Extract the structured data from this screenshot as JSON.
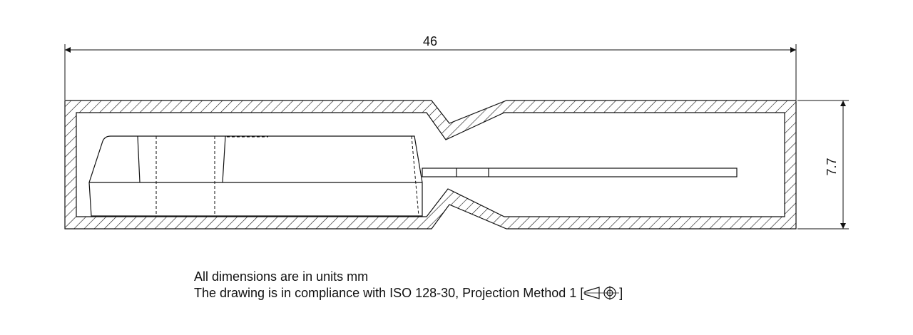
{
  "dimensions": {
    "length": "46",
    "height": "7.7"
  },
  "notes": {
    "units_line": "All dimensions are in units mm",
    "compliance_line": "The drawing is in compliance with ISO 128-30, Projection Method 1 [",
    "compliance_close": "]"
  },
  "icons": {
    "projection_symbol": "first-angle-projection-icon"
  }
}
